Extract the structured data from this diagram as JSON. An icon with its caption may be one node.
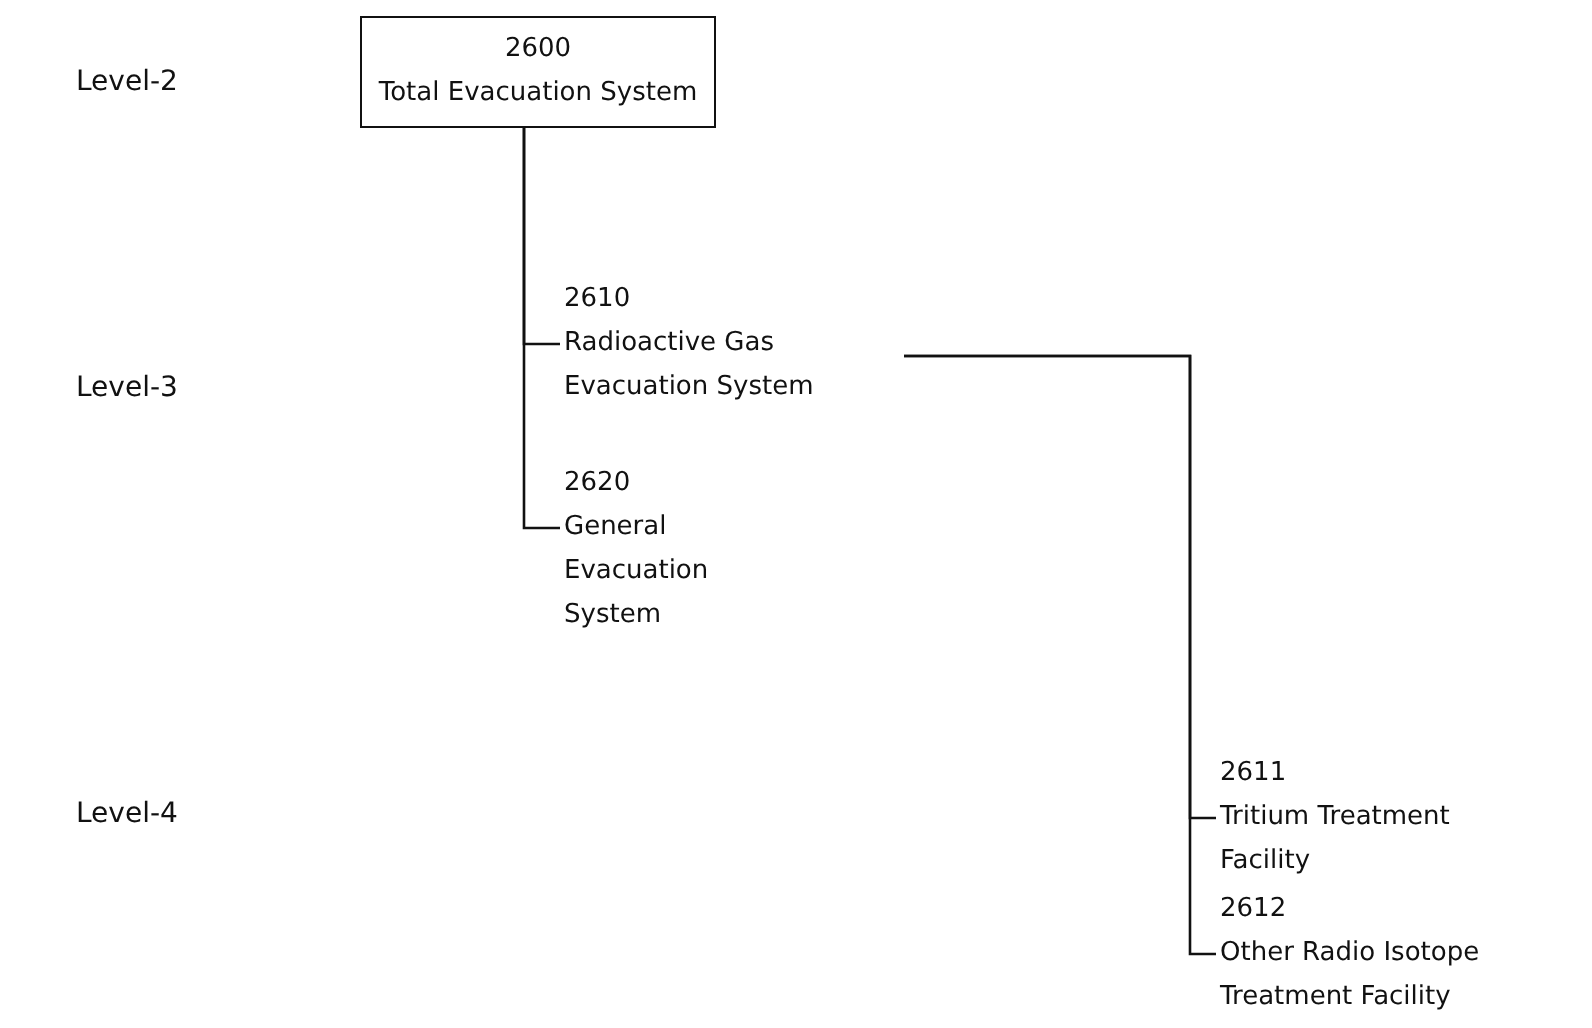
{
  "diagram": {
    "nodes": [
      {
        "text": [
          "2600",
          "Total Evacuation System"
        ]
      },
      {
        "text": [
          "2610",
          "Radioactive Gas Evacuation System"
        ]
      },
      {
        "text": [
          "2620",
          "General Evacuation System"
        ]
      },
      {
        "text": [
          "2611",
          "Tritium Treatment Facility"
        ]
      },
      {
        "text": [
          "2612",
          "Other Radio Isotope Treatment Facility"
        ]
      }
    ],
    "edges": [
      {
        "from": 0,
        "to": 1,
        "arrow": "none"
      },
      {
        "from": 0,
        "to": 2,
        "arrow": "none"
      },
      {
        "from": 1,
        "to": 3,
        "arrow": "none"
      },
      {
        "from": 1,
        "to": 4,
        "arrow": "none"
      }
    ],
    "labels": [
      "Level-2",
      "Level-3",
      "Level-4"
    ]
  }
}
